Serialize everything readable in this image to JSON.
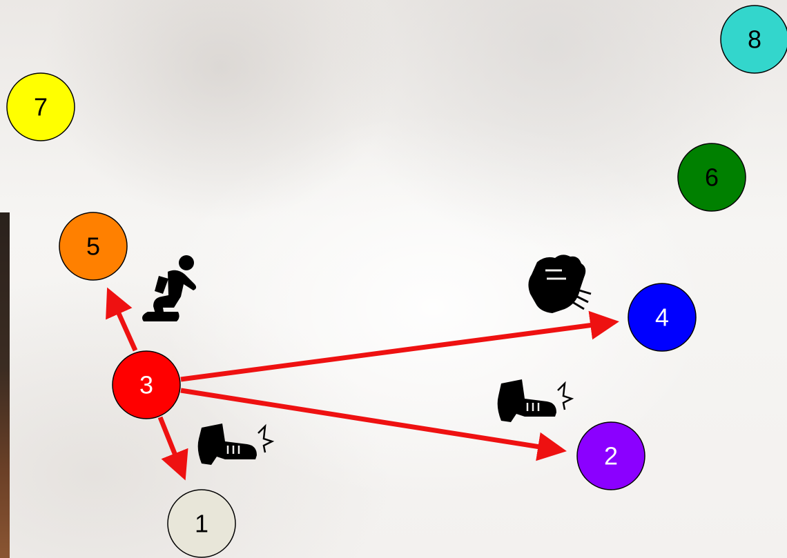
{
  "nodes": [
    {
      "id": "1",
      "label": "1",
      "color": "#e8e6d9",
      "text_color": "#000000"
    },
    {
      "id": "2",
      "label": "2",
      "color": "#8b00ff",
      "text_color": "#ffffff"
    },
    {
      "id": "3",
      "label": "3",
      "color": "#ff0000",
      "text_color": "#ffffff"
    },
    {
      "id": "4",
      "label": "4",
      "color": "#0000ff",
      "text_color": "#ffffff"
    },
    {
      "id": "5",
      "label": "5",
      "color": "#ff8000",
      "text_color": "#000000"
    },
    {
      "id": "6",
      "label": "6",
      "color": "#008000",
      "text_color": "#000000"
    },
    {
      "id": "7",
      "label": "7",
      "color": "#ffff00",
      "text_color": "#000000"
    },
    {
      "id": "8",
      "label": "8",
      "color": "#33d6cc",
      "text_color": "#000000"
    }
  ],
  "edges": [
    {
      "from": "3",
      "to": "5",
      "icon": "kneeling-person-icon"
    },
    {
      "from": "3",
      "to": "4",
      "icon": "fist-punch-icon"
    },
    {
      "from": "3",
      "to": "2",
      "icon": "boot-kick-icon"
    },
    {
      "from": "3",
      "to": "1",
      "icon": "boot-kick-icon"
    }
  ],
  "edge_color": "#ee1111"
}
